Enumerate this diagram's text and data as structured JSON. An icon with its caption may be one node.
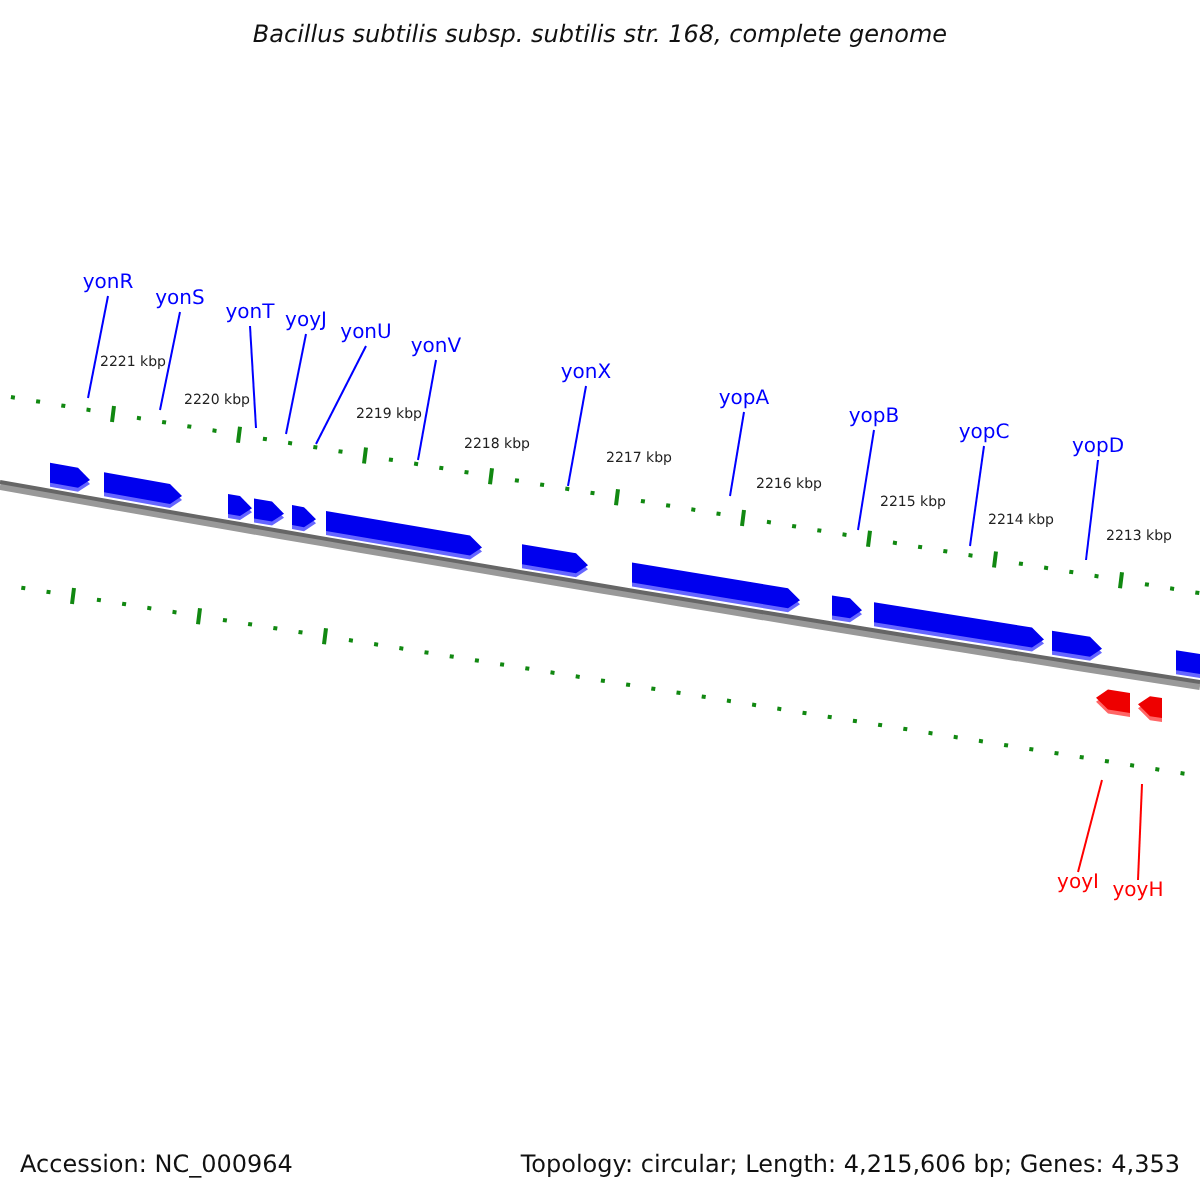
{
  "diagram": {
    "title": "Bacillus subtilis subsp. subtilis str. 168, complete genome",
    "nodes": [
      {
        "text": [
          "yonR"
        ]
      },
      {
        "text": [
          "yonS"
        ]
      },
      {
        "text": [
          "yonT"
        ]
      },
      {
        "text": [
          "yoyJ"
        ]
      },
      {
        "text": [
          "yonU"
        ]
      },
      {
        "text": [
          "yonV"
        ]
      },
      {
        "text": [
          "yonX"
        ]
      },
      {
        "text": [
          "yopA"
        ]
      },
      {
        "text": [
          "yopB"
        ]
      },
      {
        "text": [
          "yopC"
        ]
      },
      {
        "text": [
          "yopD"
        ]
      },
      {
        "text": [
          "yoyI"
        ]
      },
      {
        "text": [
          "yoyH"
        ]
      }
    ],
    "edges": [
      {
        "from": 0,
        "to": null,
        "arrow": "none"
      },
      {
        "from": 1,
        "to": null,
        "arrow": "none"
      },
      {
        "from": 2,
        "to": null,
        "arrow": "none"
      },
      {
        "from": 3,
        "to": null,
        "arrow": "none"
      },
      {
        "from": 4,
        "to": null,
        "arrow": "none"
      },
      {
        "from": 5,
        "to": null,
        "arrow": "none"
      },
      {
        "from": 6,
        "to": null,
        "arrow": "none"
      },
      {
        "from": 7,
        "to": null,
        "arrow": "none"
      },
      {
        "from": 8,
        "to": null,
        "arrow": "none"
      },
      {
        "from": 9,
        "to": null,
        "arrow": "none"
      },
      {
        "from": 10,
        "to": null,
        "arrow": "none"
      },
      {
        "from": 11,
        "to": null,
        "arrow": "none",
        "color": "#ff0000"
      },
      {
        "from": 12,
        "to": null,
        "arrow": "none",
        "color": "#ff0000"
      }
    ],
    "labels": [
      "2221 kbp",
      "2220 kbp",
      "2219 kbp",
      "2218 kbp",
      "2217 kbp",
      "2216 kbp",
      "2215 kbp",
      "2214 kbp",
      "2213 kbp",
      "Accession: NC_000964",
      "Topology: circular; Length: 4,215,606 bp; Genes: 4,353"
    ]
  }
}
